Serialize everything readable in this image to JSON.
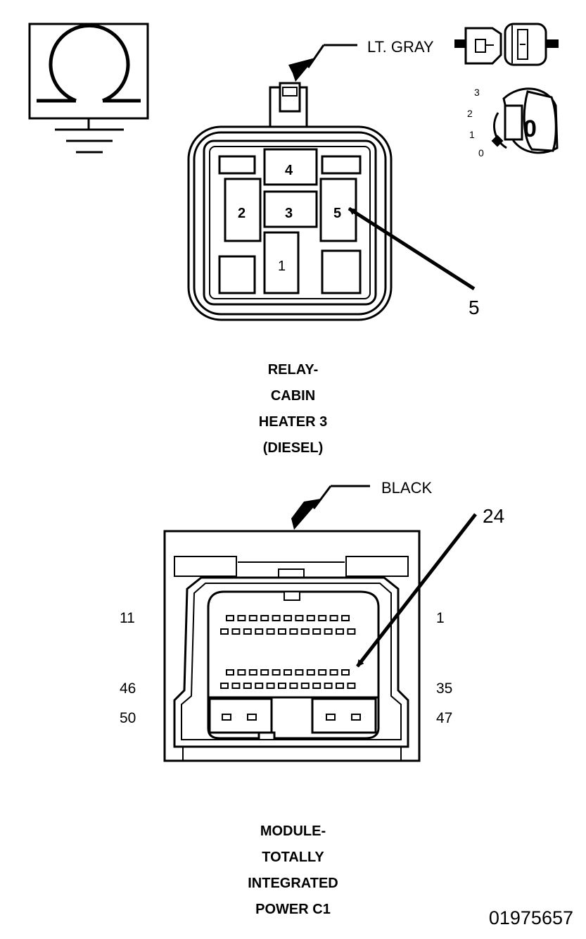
{
  "relay": {
    "wire_color": "LT. GRAY",
    "cavity_labels": [
      "1",
      "2",
      "3",
      "4",
      "5"
    ],
    "callout": "5",
    "caption": [
      "RELAY-",
      "CABIN",
      "HEATER 3",
      "(DIESEL)"
    ]
  },
  "key_switch": {
    "positions": [
      "3",
      "2",
      "1",
      "0"
    ],
    "current_position": "0"
  },
  "module": {
    "wire_color": "BLACK",
    "callout": "24",
    "pin_labels": {
      "top_left": "11",
      "top_right": "1",
      "mid_left": "46",
      "mid_right": "35",
      "bottom_left": "50",
      "bottom_right": "47"
    },
    "caption": [
      "MODULE-",
      "TOTALLY",
      "INTEGRATED",
      "POWER C1"
    ]
  },
  "document_id": "01975657"
}
